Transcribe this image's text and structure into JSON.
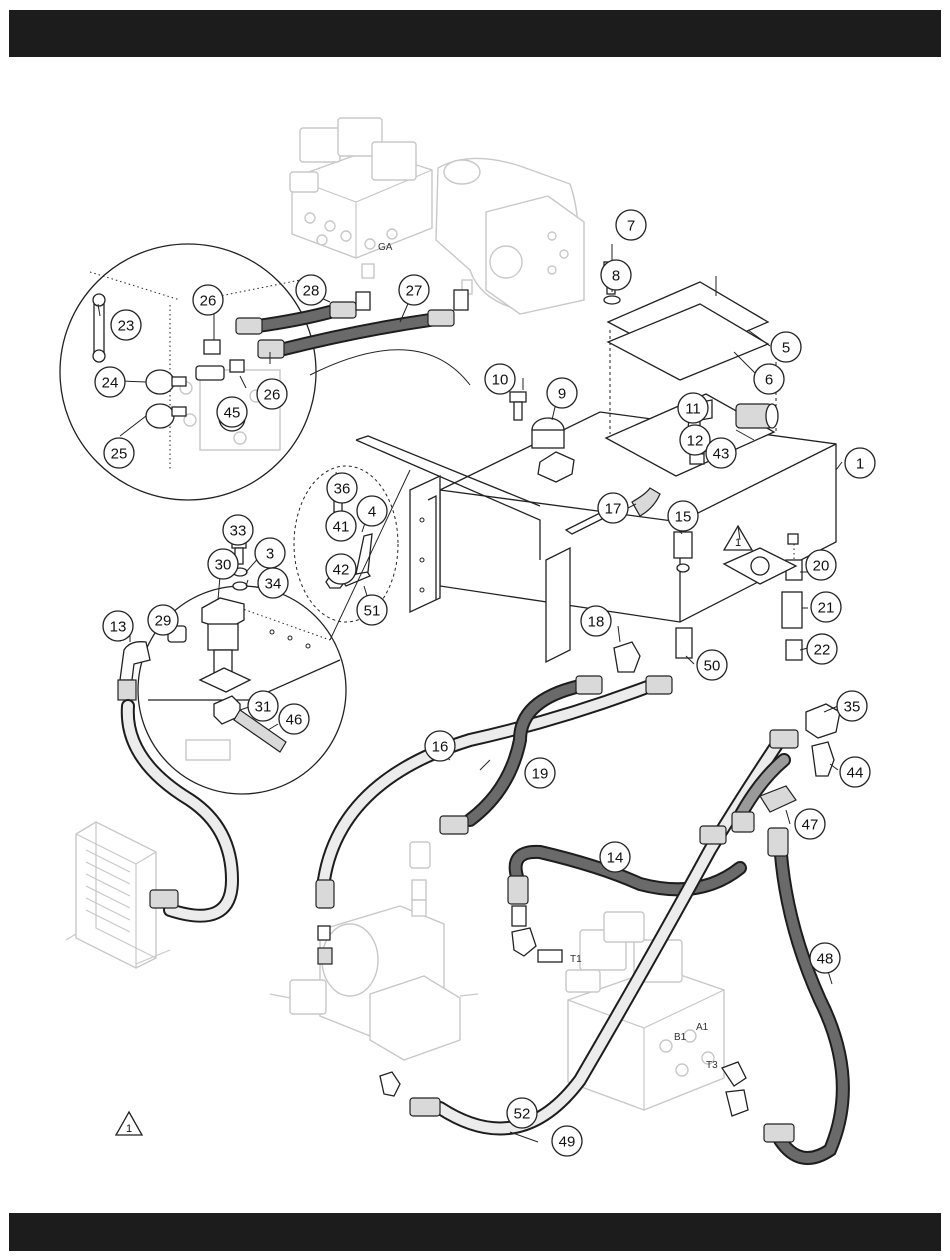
{
  "callouts": [
    "1",
    "3",
    "4",
    "5",
    "6",
    "7",
    "8",
    "9",
    "10",
    "11",
    "12",
    "13",
    "14",
    "15",
    "16",
    "17",
    "18",
    "19",
    "20",
    "21",
    "22",
    "23",
    "24",
    "25",
    "26",
    "26",
    "27",
    "28",
    "29",
    "30",
    "31",
    "33",
    "34",
    "35",
    "36",
    "41",
    "42",
    "43",
    "44",
    "45",
    "46",
    "47",
    "48",
    "49",
    "50",
    "51",
    "52"
  ],
  "note_symbol": {
    "text": "1"
  },
  "note_legend": {
    "text": "1"
  },
  "port_labels": {
    "ga": "GA",
    "t1": "T1",
    "a1": "A1",
    "b1": "B1",
    "t3": "T3"
  },
  "colors": {
    "band": "#1c1c1c",
    "hose_dark": "#6a6a6a",
    "hose_light": "#ececec",
    "ghost": "#c8c8c8"
  }
}
